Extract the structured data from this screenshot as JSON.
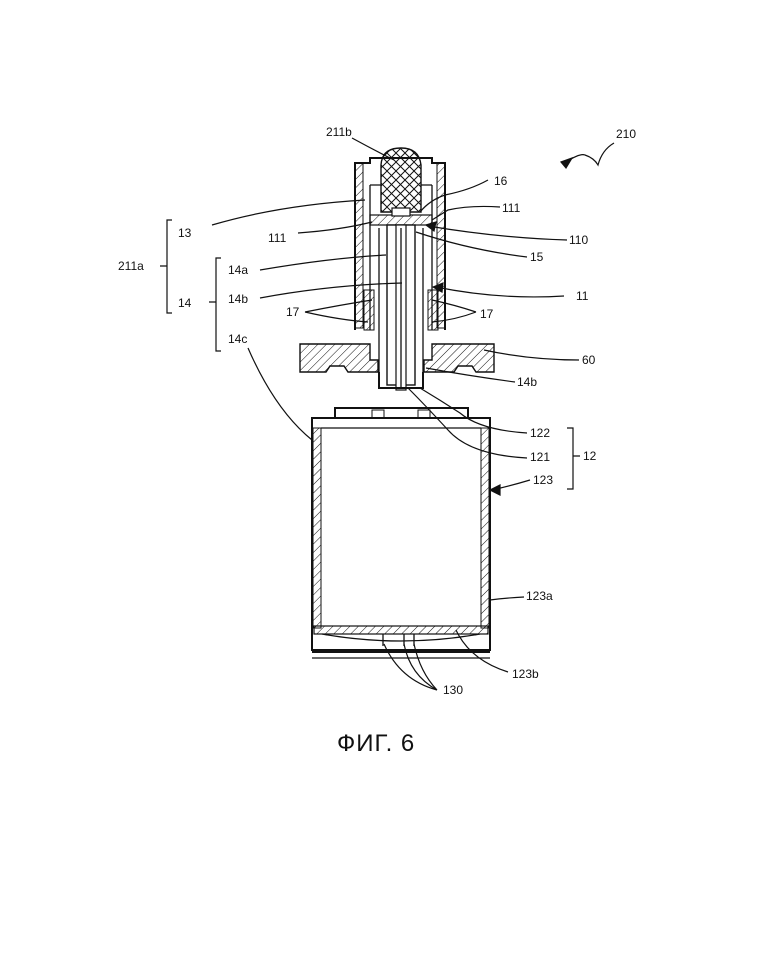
{
  "figure_caption": "ФИГ. 6",
  "labels": {
    "l211b": "211b",
    "l210": "210",
    "l16": "16",
    "l111_right": "111",
    "l13": "13",
    "l111_left": "111",
    "l110": "110",
    "l15": "15",
    "l211a": "211a",
    "l14a": "14a",
    "l14": "14",
    "l14b_left": "14b",
    "l11": "11",
    "l17_left": "17",
    "l17_right": "17",
    "l14c": "14c",
    "l60": "60",
    "l14b_right": "14b",
    "l122": "122",
    "l12": "12",
    "l121": "121",
    "l123": "123",
    "l123a": "123a",
    "l123b": "123b",
    "l130": "130"
  }
}
